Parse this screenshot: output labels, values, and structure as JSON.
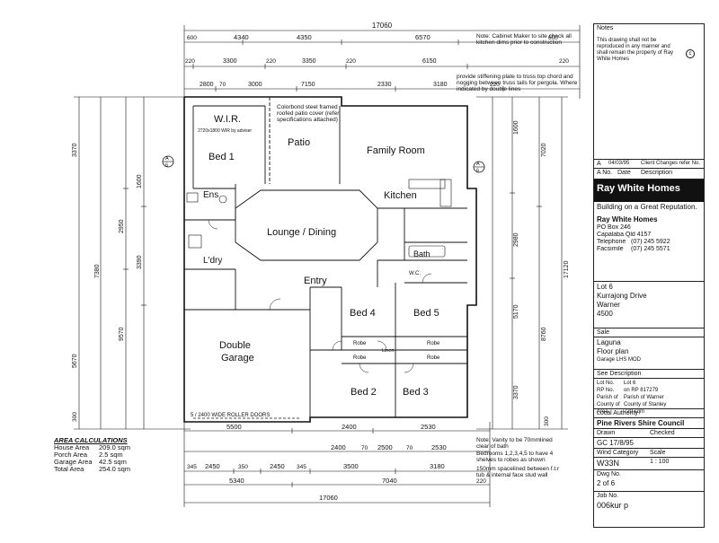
{
  "dims": {
    "top_overall": "17060",
    "top_row1": [
      "600",
      "4340",
      "4350",
      "6570",
      "600"
    ],
    "top_row2": [
      "220",
      "3300",
      "220",
      "3350",
      "220",
      "6150",
      "220"
    ],
    "top_row3": [
      "2800",
      "70",
      "3000",
      "7150",
      "2330",
      "3180",
      "220"
    ],
    "left_col": [
      "3370",
      "7380",
      "9570",
      "2950",
      "1600",
      "3390",
      "5670",
      "300"
    ],
    "right_col": [
      "1600",
      "7020",
      "2980",
      "5170",
      "17120",
      "8760",
      "3370",
      "300"
    ],
    "bottom_row1": [
      "5500",
      "2400",
      "2530"
    ],
    "bottom_row2": [
      "2400",
      "70",
      "2500",
      "70",
      "2530"
    ],
    "bottom_row3": [
      "345",
      "2450",
      "350",
      "2450",
      "345",
      "3500",
      "3180"
    ],
    "bottom_row4": [
      "5340",
      "7040",
      "220"
    ],
    "bottom_overall": "17060",
    "section_marker": "A",
    "section_marker_num": "6"
  },
  "rooms": {
    "wir": "W.I.R.",
    "bed1": "Bed 1",
    "patio": "Patio",
    "family": "Family Room",
    "ens": "Ens",
    "kitchen": "Kitchen",
    "lounge": "Lounge / Dining",
    "ldry": "L'dry",
    "bath": "Bath",
    "entry": "Entry",
    "bed4": "Bed 4",
    "bed5": "Bed 5",
    "garage1": "Double",
    "garage2": "Garage",
    "bed2": "Bed 2",
    "bed3": "Bed 3",
    "robe": "Robe",
    "linen": "Linen",
    "wc": "W.C."
  },
  "notes": {
    "cabinet": "Note: Cabinet Maker to site check all kitchen dims prior to construction",
    "stiffening": "provide stiffening plate to truss top chord and nogging between truss tails for pergola. Where indicated by double lines",
    "colorbond": "Colorbond steel framed roofed patio cover (refer specifications attached)",
    "vanity": "Note: Vanity to be 70mmlined clear of bath",
    "bedrooms": "Bedrooms 1,2,3,4,5 to have 4 shelves to robes as shown",
    "tub": "150mm spacelined between f.t.r tub & internal face stud wall",
    "garage_door": "5 / 2400 WIDE ROLLER DOORS",
    "wir_note": "2720x1800 WIR by adviser"
  },
  "area": {
    "heading": "AREA CALCULATIONS",
    "rows": [
      {
        "label": "House Area",
        "value": "209.0 sqm"
      },
      {
        "label": "Porch Area",
        "value": "2.5 sqm"
      },
      {
        "label": "Garage Area",
        "value": "42.5 sqm"
      },
      {
        "label": "Total Area",
        "value": "254.0 sqm"
      }
    ]
  },
  "title_block": {
    "notes_label": "Notes",
    "copyright": "This drawing shall not be reproduced in any manner and shall remain the property of Ray White Homes",
    "copyright_symbol": "c",
    "rev_a_no": "A",
    "rev_a_date": "04/03/95",
    "rev_a_desc": "Client Changes refer No.",
    "rev_header_no": "A No.",
    "rev_header_date": "Date",
    "rev_header_desc": "Description",
    "brand": "Ray White Homes",
    "tagline": "Building on a Great Reputation.",
    "company": "Ray White Homes",
    "po_box": "PO Box 246",
    "suburb": "Capalaba Qld 4157",
    "telephone_label": "Telephone",
    "telephone": "(07) 245 5922",
    "facsimile_label": "Facsimile",
    "facsimile": "(07) 245 5571",
    "lot": "Lot 6",
    "street": "Kurrajong Drive",
    "town": "Warner",
    "postcode": "4500",
    "sale_label": "Sale",
    "design": "Laguna",
    "plan": "Floor plan",
    "garage_variant": "Garage LHS MOD",
    "desc_label": "See Description",
    "lot_no_label": "Lot No.",
    "lot_no": "Lot 6",
    "rp_label": "RP No.",
    "rp": "on RP 817279",
    "parish_label": "Parish of",
    "parish": "Parish of Warner",
    "county_label": "County of",
    "county": "County of Stanley",
    "area_label": "Area",
    "area": "720 sqm",
    "authority_label": "Local Authority",
    "council": "Pine Rivers Shire Council",
    "drawn_label": "Drawn",
    "checked_label": "Checked",
    "drawn": "GC 17/8/95",
    "model_label": "Wind Category",
    "scale_label": "Scale",
    "model": "W33N",
    "scale": "1 : 100",
    "dwg_label": "Dwg No.",
    "dwg": "2 of 6",
    "job_label": "Job No.",
    "job": "006kur p"
  }
}
